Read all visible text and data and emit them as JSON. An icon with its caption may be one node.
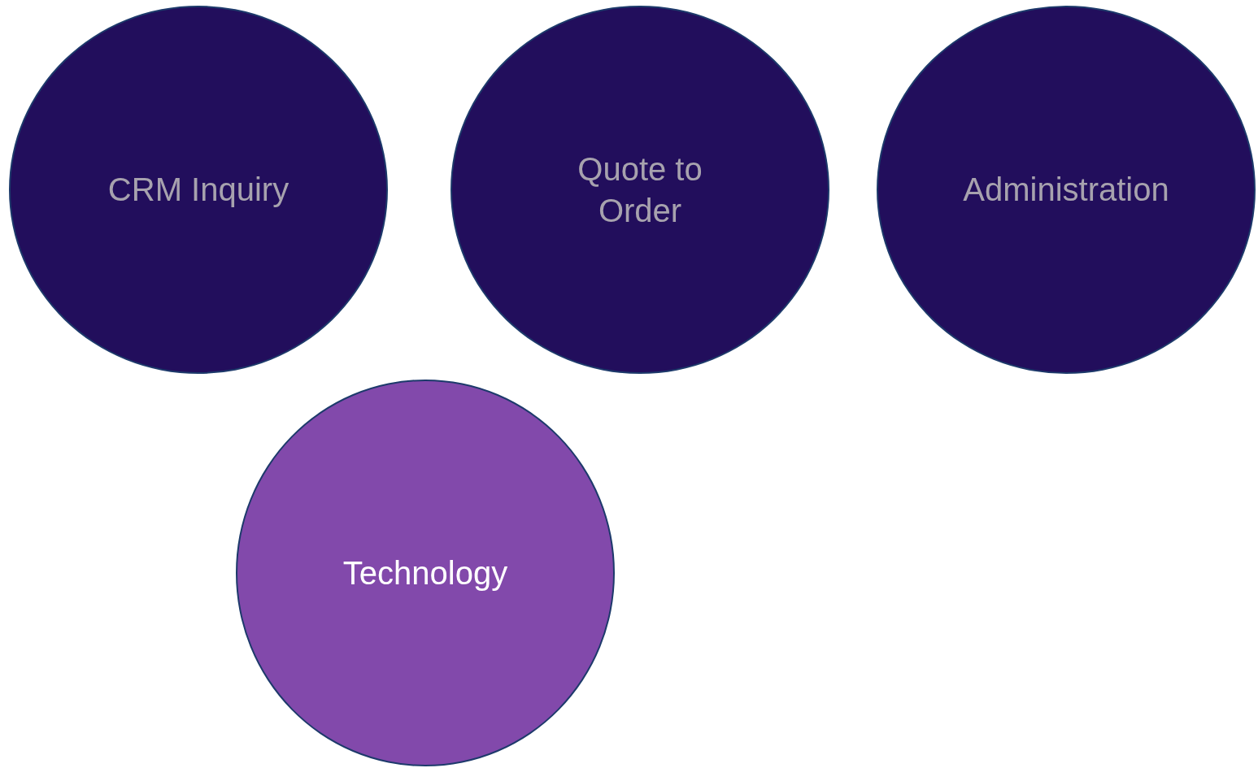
{
  "diagram": {
    "nodes": [
      {
        "text": [
          "CRM Inquiry"
        ]
      },
      {
        "text": [
          "Quote to Order"
        ]
      },
      {
        "text": [
          "Administration"
        ]
      },
      {
        "text": [
          "Technology"
        ]
      }
    ]
  }
}
